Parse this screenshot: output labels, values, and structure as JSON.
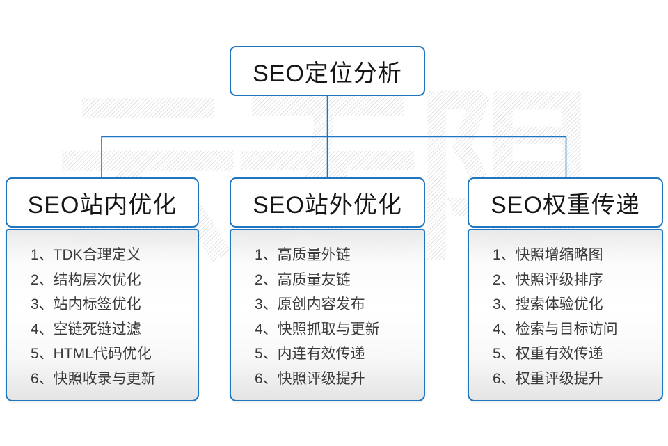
{
  "watermark_text": "云无限",
  "colors": {
    "accent_blue": "#1e75c2",
    "title_text": "#161616",
    "item_text": "#3a3a3a"
  },
  "root": {
    "title": "SEO定位分析"
  },
  "columns": [
    {
      "title": "SEO站内优化",
      "items": [
        "1、TDK合理定义",
        "2、结构层次优化",
        "3、站内标签优化",
        "4、空链死链过滤",
        "5、HTML代码优化",
        "6、快照收录与更新"
      ]
    },
    {
      "title": "SEO站外优化",
      "items": [
        "1、高质量外链",
        "2、高质量友链",
        "3、原创内容发布",
        "4、快照抓取与更新",
        "5、内连有效传递",
        "6、快照评级提升"
      ]
    },
    {
      "title": "SEO权重传递",
      "items": [
        "1、快照增缩略图",
        "2、快照评级排序",
        "3、搜索体验优化",
        "4、检索与目标访问",
        "5、权重有效传递",
        "6、权重评级提升"
      ]
    }
  ]
}
